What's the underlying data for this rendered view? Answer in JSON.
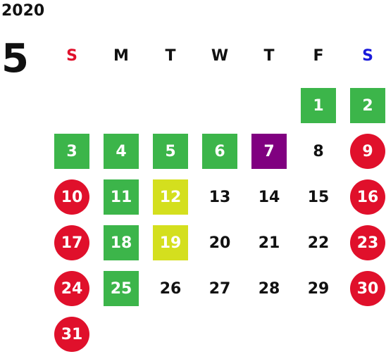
{
  "calendar": {
    "year": "2020",
    "month": "5",
    "weekdays": [
      "S",
      "M",
      "T",
      "W",
      "T",
      "F",
      "S"
    ],
    "colors": {
      "sunday_header": "#e0102b",
      "saturday_header": "#1a1adb",
      "green": "#3cb54a",
      "purple": "#800080",
      "yellow": "#d4df1e",
      "red": "#e0102b"
    },
    "days": [
      {
        "day": "1",
        "style": "green"
      },
      {
        "day": "2",
        "style": "green"
      },
      {
        "day": "3",
        "style": "green"
      },
      {
        "day": "4",
        "style": "green"
      },
      {
        "day": "5",
        "style": "green"
      },
      {
        "day": "6",
        "style": "green"
      },
      {
        "day": "7",
        "style": "purple"
      },
      {
        "day": "8",
        "style": "plain"
      },
      {
        "day": "9",
        "style": "red"
      },
      {
        "day": "10",
        "style": "red"
      },
      {
        "day": "11",
        "style": "green"
      },
      {
        "day": "12",
        "style": "yellow"
      },
      {
        "day": "13",
        "style": "plain"
      },
      {
        "day": "14",
        "style": "plain"
      },
      {
        "day": "15",
        "style": "plain"
      },
      {
        "day": "16",
        "style": "red"
      },
      {
        "day": "17",
        "style": "red"
      },
      {
        "day": "18",
        "style": "green"
      },
      {
        "day": "19",
        "style": "yellow"
      },
      {
        "day": "20",
        "style": "plain"
      },
      {
        "day": "21",
        "style": "plain"
      },
      {
        "day": "22",
        "style": "plain"
      },
      {
        "day": "23",
        "style": "red"
      },
      {
        "day": "24",
        "style": "red"
      },
      {
        "day": "25",
        "style": "green"
      },
      {
        "day": "26",
        "style": "plain"
      },
      {
        "day": "27",
        "style": "plain"
      },
      {
        "day": "28",
        "style": "plain"
      },
      {
        "day": "29",
        "style": "plain"
      },
      {
        "day": "30",
        "style": "red"
      },
      {
        "day": "31",
        "style": "red"
      }
    ]
  }
}
